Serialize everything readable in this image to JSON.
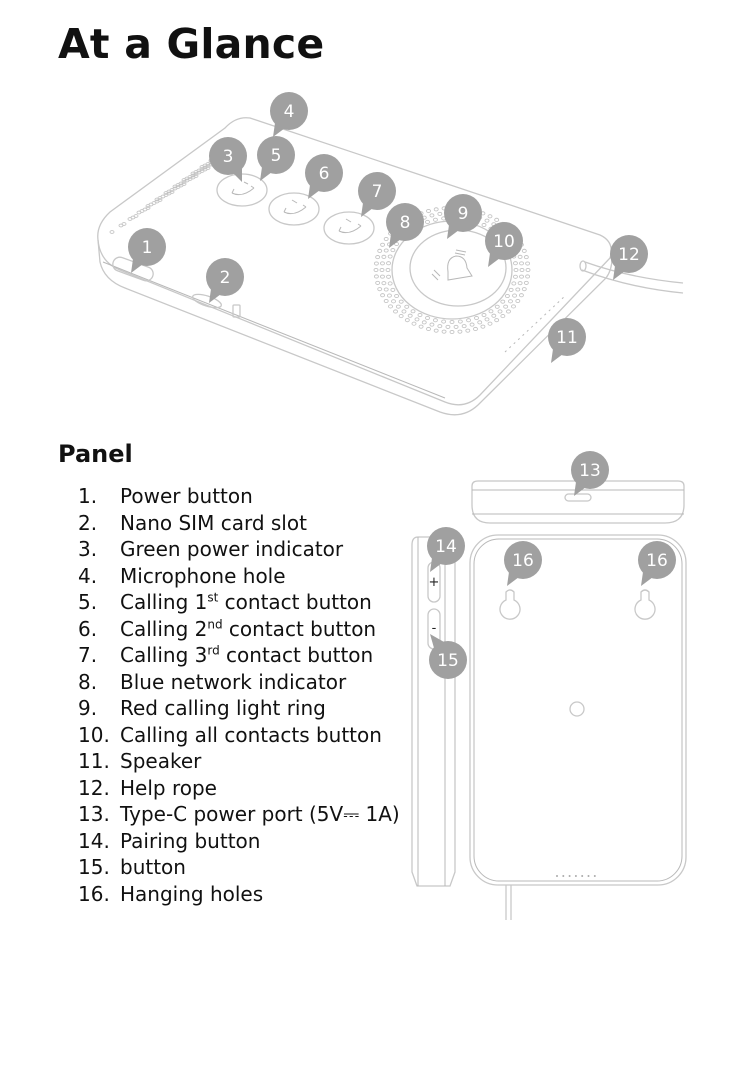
{
  "page": {
    "title": "At a Glance",
    "section_title": "Panel"
  },
  "parts": [
    {
      "num": "1.",
      "pre": "Power button",
      "sup": "",
      "post": ""
    },
    {
      "num": "2.",
      "pre": "Nano SIM card slot",
      "sup": "",
      "post": ""
    },
    {
      "num": "3.",
      "pre": "Green power indicator",
      "sup": "",
      "post": ""
    },
    {
      "num": "4.",
      "pre": "Microphone hole",
      "sup": "",
      "post": ""
    },
    {
      "num": "5.",
      "pre": "Calling 1",
      "sup": "st",
      "post": " contact button"
    },
    {
      "num": "6.",
      "pre": "Calling 2",
      "sup": "nd",
      "post": " contact button"
    },
    {
      "num": "7.",
      "pre": "Calling 3",
      "sup": "rd",
      "post": " contact button"
    },
    {
      "num": "8.",
      "pre": "Blue network indicator",
      "sup": "",
      "post": ""
    },
    {
      "num": "9.",
      "pre": "Red calling light ring",
      "sup": "",
      "post": ""
    },
    {
      "num": "10.",
      "pre": "Calling all contacts button",
      "sup": "",
      "post": ""
    },
    {
      "num": "11.",
      "pre": "Speaker",
      "sup": "",
      "post": ""
    },
    {
      "num": "12.",
      "pre": "Help rope",
      "sup": "",
      "post": ""
    },
    {
      "num": "13.",
      "pre": "Type-C power port (5V⎓ 1A)",
      "sup": "",
      "post": ""
    },
    {
      "num": "14.",
      "pre": "Pairing button",
      "sup": "",
      "post": ""
    },
    {
      "num": "15.",
      "pre": "button",
      "sup": "",
      "post": ""
    },
    {
      "num": "16.",
      "pre": "Hanging holes",
      "sup": "",
      "post": ""
    }
  ],
  "callouts": {
    "c1": "1",
    "c2": "2",
    "c3": "3",
    "c4": "4",
    "c5": "5",
    "c6": "6",
    "c7": "7",
    "c8": "8",
    "c9": "9",
    "c10": "10",
    "c11": "11",
    "c12": "12",
    "c13": "13",
    "c14": "14",
    "c15": "15",
    "c16a": "16",
    "c16b": "16"
  },
  "side_button_labels": {
    "plus": "+",
    "minus": "-"
  },
  "colors": {
    "callout": "#a0a0a0",
    "line": "#c8c8c8",
    "text": "#111111"
  }
}
